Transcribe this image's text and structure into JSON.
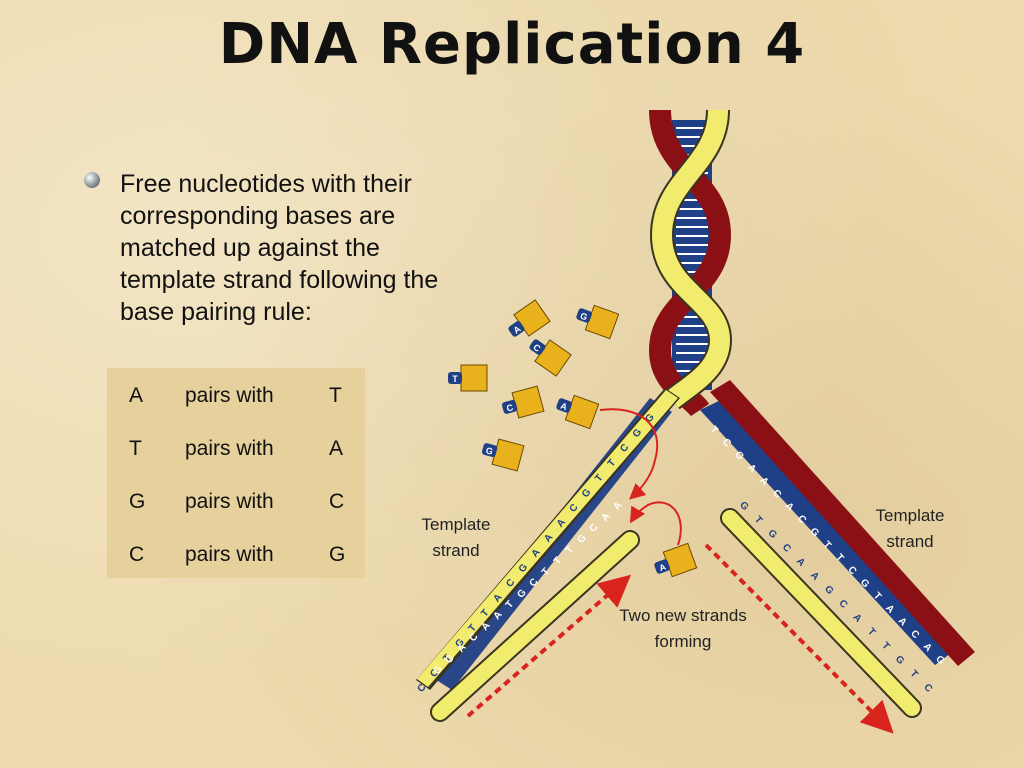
{
  "title": "DNA Replication 4",
  "bullet": "Free nucleotides with their corresponding bases are matched up against the template strand following the base pairing rule:",
  "pairs": [
    {
      "base": "A",
      "verb": "pairs with",
      "partner": "T"
    },
    {
      "base": "T",
      "verb": "pairs with",
      "partner": "A"
    },
    {
      "base": "G",
      "verb": "pairs with",
      "partner": "C"
    },
    {
      "base": "C",
      "verb": "pairs with",
      "partner": "G"
    }
  ],
  "labels": {
    "template_left": "Template strand",
    "template_right": "Template strand",
    "new_strands": "Two new strands forming"
  },
  "left_strand_bases": [
    "C",
    "C",
    "T",
    "G",
    "T",
    "T",
    "A",
    "C",
    "G",
    "A",
    "A",
    "A",
    "C",
    "G",
    "T",
    "T",
    "C",
    "G",
    "G"
  ],
  "left_new_bases": [
    "G",
    "G",
    "A",
    "C",
    "A",
    "A",
    "T",
    "G",
    "C",
    "T",
    "T",
    "T",
    "G",
    "C",
    "A",
    "A"
  ],
  "right_strand_bases": [
    "T",
    "C",
    "G",
    "A",
    "A",
    "C",
    "A",
    "C",
    "G",
    "T",
    "T",
    "C",
    "G",
    "T",
    "A",
    "A",
    "C",
    "A",
    "G"
  ],
  "right_new_bases": [
    "G",
    "T",
    "G",
    "C",
    "A",
    "A",
    "G",
    "C",
    "A",
    "T",
    "T",
    "G",
    "T",
    "C"
  ],
  "free_nucleotides": [
    "A",
    "G",
    "C",
    "T",
    "C",
    "A",
    "G",
    "A"
  ],
  "colors": {
    "yellow": "#f2ec6e",
    "red": "#8a1015",
    "blue": "#1f3f86",
    "orange": "#e9b21c",
    "arrow": "#d9231d"
  }
}
